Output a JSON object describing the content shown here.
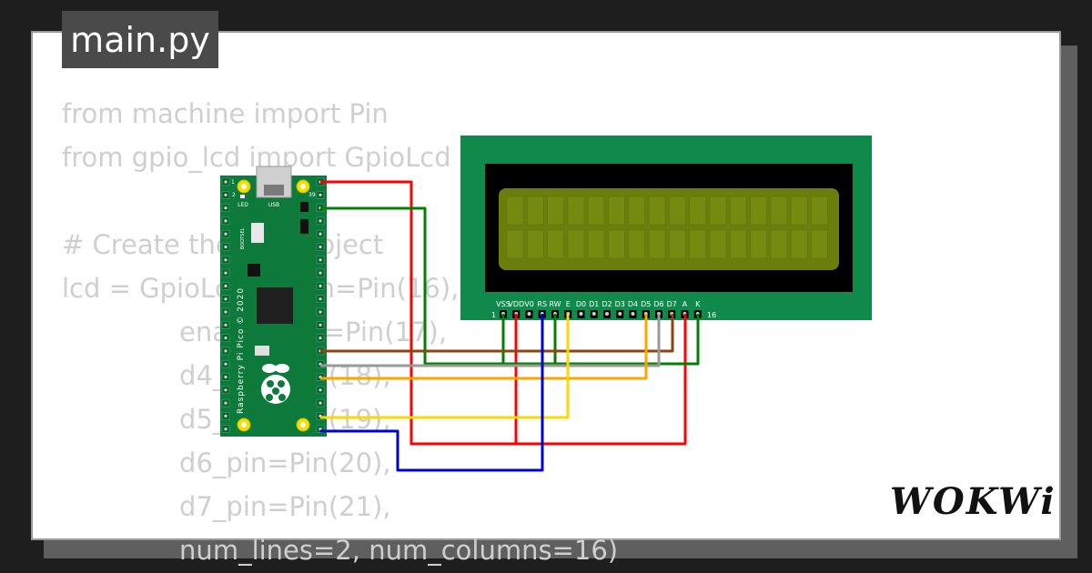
{
  "file_tab": {
    "label": "main.py"
  },
  "code_lines": [
    "from machine import Pin",
    "from gpio_lcd import GpioLcd",
    "",
    "# Create the LCD object",
    "lcd = GpioLcd(rs_pin=Pin(16),",
    "              enable_pin=Pin(17),",
    "              d4_pin=Pin(18),",
    "              d5_pin=Pin(19),",
    "              d6_pin=Pin(20),",
    "              d7_pin=Pin(21),",
    "              num_lines=2, num_columns=16)"
  ],
  "pico": {
    "usb_label": "USB",
    "led_label": "LED",
    "bootsel_label": "BOOTSEL",
    "board_text": "Raspberry Pi Pico © 2020",
    "pin_1": "1",
    "pin_2": "2",
    "pin_39": "39"
  },
  "lcd": {
    "pin_labels": [
      "VSS",
      "VDD",
      "V0",
      "RS",
      "RW",
      "E",
      "D0",
      "D1",
      "D2",
      "D3",
      "D4",
      "D5",
      "D6",
      "D7",
      "A",
      "K"
    ],
    "first_pin": "1",
    "last_pin": "16",
    "board_color": "#0f8a4a",
    "screen_color": "#6b7e0c"
  },
  "wire_colors": {
    "red": "#ff0000",
    "green": "#008000",
    "brown": "#8b4513",
    "gray": "#999999",
    "orange": "#ffa500",
    "yellow": "#ffd700",
    "blue": "#0000cc"
  },
  "logo": {
    "text": "WOKWi"
  }
}
